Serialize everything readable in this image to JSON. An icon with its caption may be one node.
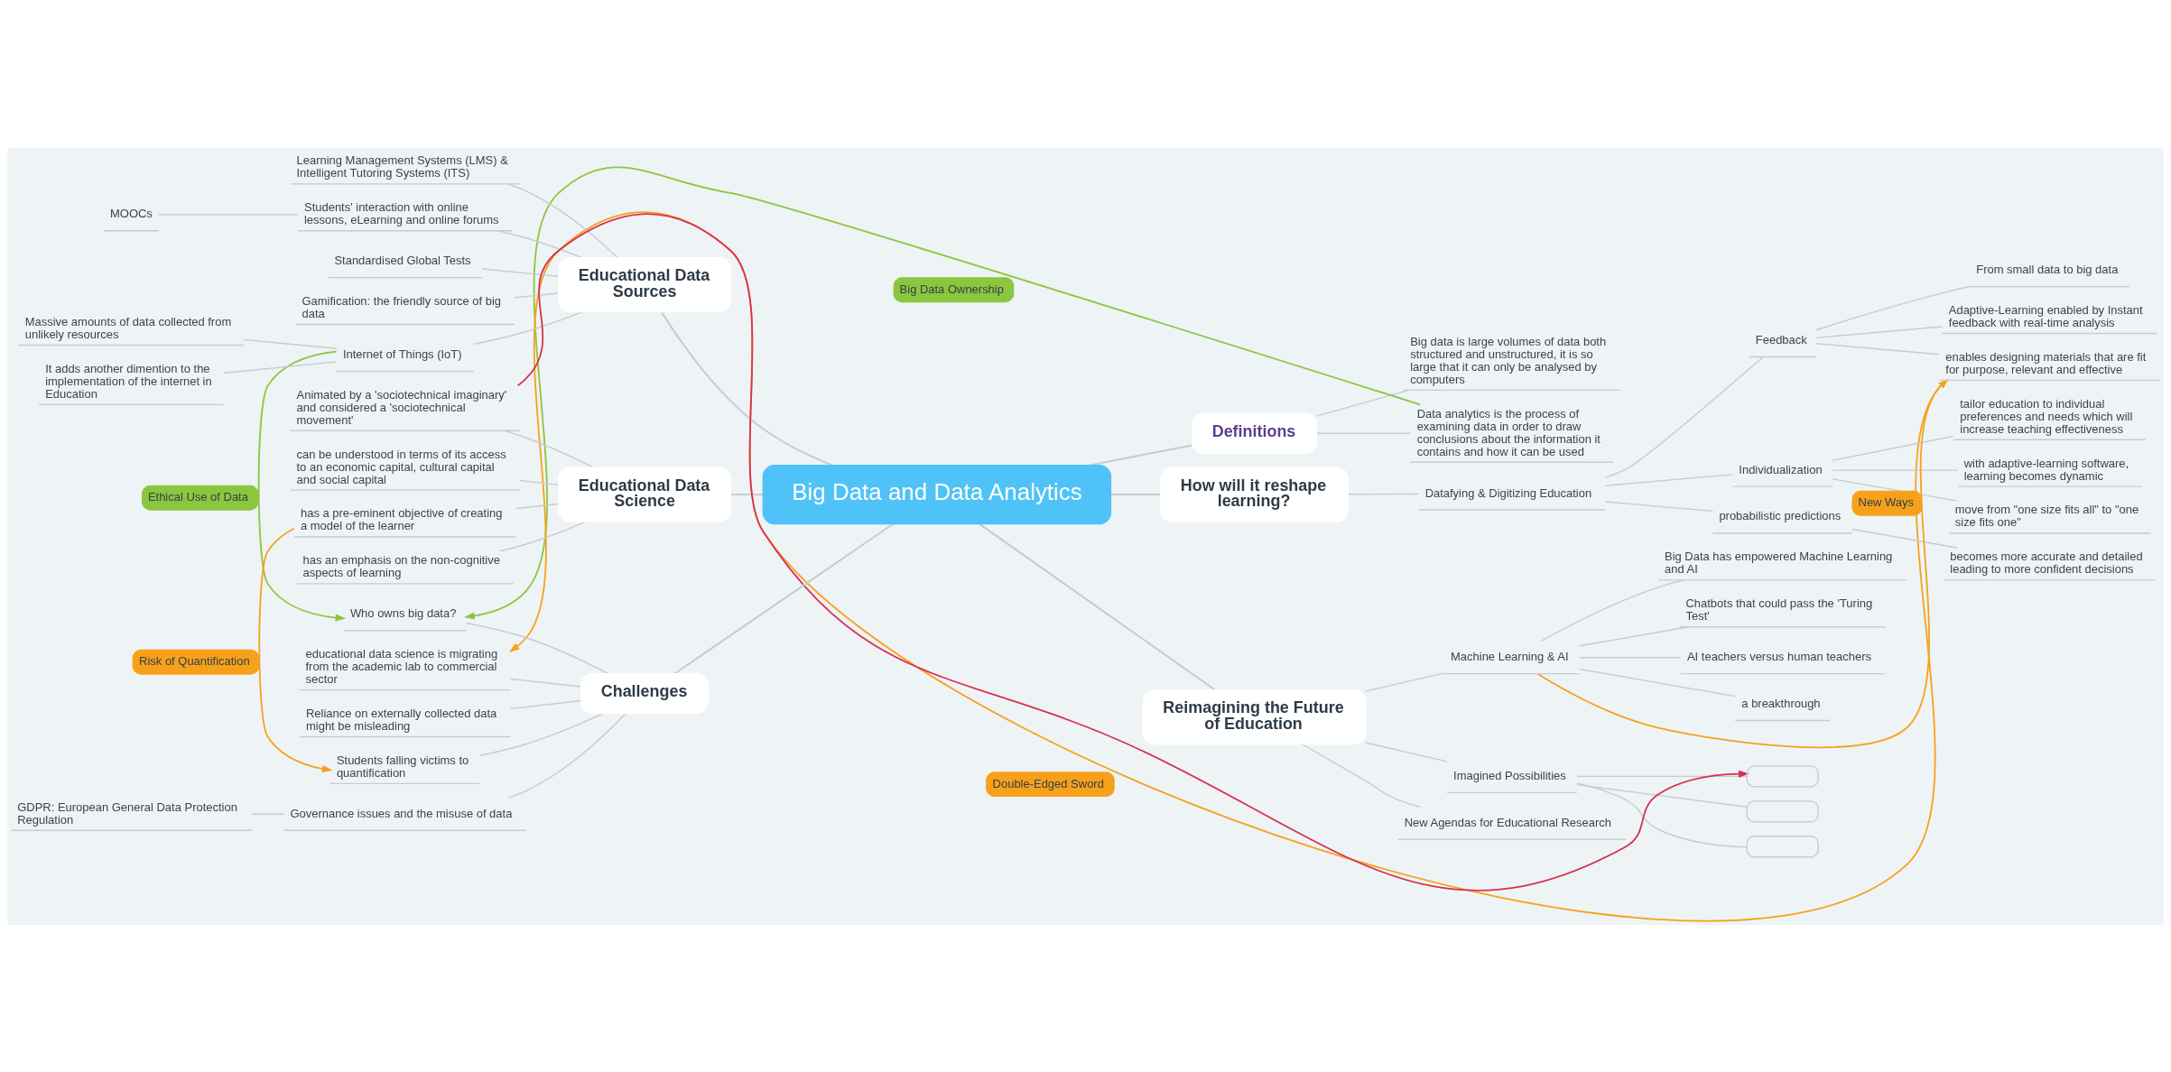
{
  "diagram": {
    "nodes": [
      {
        "text": [
          "Big Data and Data Analytics"
        ]
      },
      {
        "text": [
          "Definitions"
        ]
      },
      {
        "text": [
          "Big data is large volumes of data both structured and unstructured, it is so large that it can only be analysed by computers"
        ]
      },
      {
        "text": [
          "Data analytics is the process of examining data in order to draw conclusions about the information it contains and how it can be used"
        ]
      },
      {
        "text": [
          "How will it reshape learning?"
        ]
      },
      {
        "text": [
          "Datafying & Digitizing Education"
        ]
      },
      {
        "text": [
          "Feedback"
        ]
      },
      {
        "text": [
          "From small data to big data"
        ]
      },
      {
        "text": [
          "Adaptive-Learning enabled by Instant feedback with real-time analysis"
        ]
      },
      {
        "text": [
          "enables designing materials that are fit for purpose, relevant and effective"
        ]
      },
      {
        "text": [
          "Individualization"
        ]
      },
      {
        "text": [
          "tailor education to individual preferences and needs which will increase teaching effectiveness"
        ]
      },
      {
        "text": [
          "with adaptive-learning software, learning becomes dynamic"
        ]
      },
      {
        "text": [
          "move from \"one size fits all\" to \"one size fits one\""
        ]
      },
      {
        "text": [
          "probabilistic predictions"
        ]
      },
      {
        "text": [
          "becomes more accurate and detailed leading to more confident decisions"
        ]
      },
      {
        "text": [
          "Reimagining the Future of Education"
        ]
      },
      {
        "text": [
          "Machine Learning & AI"
        ]
      },
      {
        "text": [
          "Big Data has empowered Machine Learning and AI"
        ]
      },
      {
        "text": [
          "Chatbots that could pass the 'Turing Test'"
        ]
      },
      {
        "text": [
          "AI teachers versus human teachers"
        ]
      },
      {
        "text": [
          "a breakthrough"
        ]
      },
      {
        "text": [
          "Imagined Possibilities"
        ]
      },
      {
        "text": [],
        "shape": "box"
      },
      {
        "text": [],
        "shape": "box"
      },
      {
        "text": [],
        "shape": "box"
      },
      {
        "text": [
          "New Agendas for Educational Research"
        ]
      },
      {
        "text": [
          "Educational Data Sources"
        ]
      },
      {
        "text": [
          "Learning Management Systems (LMS) & Intelligent Tutoring Systems (ITS)"
        ]
      },
      {
        "text": [
          "Students' interaction with online lessons, eLearning and online forums"
        ]
      },
      {
        "text": [
          "MOOCs"
        ]
      },
      {
        "text": [
          "Standardised Global Tests"
        ]
      },
      {
        "text": [
          "Gamification: the friendly source of big data"
        ]
      },
      {
        "text": [
          "Internet of Things (IoT)"
        ]
      },
      {
        "text": [
          "Massive amounts of data collected from unlikely resources"
        ]
      },
      {
        "text": [
          "It adds another dimention to the implementation of the internet in Education"
        ]
      },
      {
        "text": [
          "Educational Data Science"
        ]
      },
      {
        "text": [
          "Animated by a 'sociotechnical imaginary' and considered a 'sociotechnical movement'"
        ]
      },
      {
        "text": [
          "can be understood in terms of its access to an economic capital, cultural capital and social capital"
        ]
      },
      {
        "text": [
          "has a pre-eminent objective of creating a model of the learner"
        ]
      },
      {
        "text": [
          "has an emphasis on the non-cognitive aspects of learning"
        ]
      },
      {
        "text": [
          "Challenges"
        ]
      },
      {
        "text": [
          "Who owns big data?"
        ]
      },
      {
        "text": [
          "educational data science is migrating from the academic lab to commercial sector"
        ]
      },
      {
        "text": [
          "Reliance on externally collected data might be misleading"
        ]
      },
      {
        "text": [
          "Students falling victims to quantification"
        ]
      },
      {
        "text": [
          "Governance issues and the misuse of data"
        ]
      },
      {
        "text": [
          "GDPR: European General Data Protection Regulation"
        ]
      }
    ],
    "edges": [
      {
        "from": 0,
        "to": 1,
        "arrow": "none"
      },
      {
        "from": 1,
        "to": 2,
        "arrow": "none"
      },
      {
        "from": 1,
        "to": 3,
        "arrow": "none"
      },
      {
        "from": 0,
        "to": 4,
        "arrow": "none"
      },
      {
        "from": 4,
        "to": 5,
        "arrow": "none"
      },
      {
        "from": 5,
        "to": 6,
        "arrow": "none"
      },
      {
        "from": 6,
        "to": 7,
        "arrow": "none"
      },
      {
        "from": 6,
        "to": 8,
        "arrow": "none"
      },
      {
        "from": 6,
        "to": 9,
        "arrow": "none"
      },
      {
        "from": 5,
        "to": 10,
        "arrow": "none"
      },
      {
        "from": 10,
        "to": 11,
        "arrow": "none"
      },
      {
        "from": 10,
        "to": 12,
        "arrow": "none"
      },
      {
        "from": 10,
        "to": 13,
        "arrow": "none"
      },
      {
        "from": 5,
        "to": 14,
        "arrow": "none"
      },
      {
        "from": 14,
        "to": 15,
        "arrow": "none"
      },
      {
        "from": 0,
        "to": 16,
        "arrow": "none"
      },
      {
        "from": 16,
        "to": 17,
        "arrow": "none"
      },
      {
        "from": 17,
        "to": 18,
        "arrow": "none"
      },
      {
        "from": 17,
        "to": 19,
        "arrow": "none"
      },
      {
        "from": 17,
        "to": 20,
        "arrow": "none"
      },
      {
        "from": 17,
        "to": 21,
        "arrow": "none"
      },
      {
        "from": 16,
        "to": 22,
        "arrow": "none"
      },
      {
        "from": 22,
        "to": 23,
        "arrow": "none"
      },
      {
        "from": 22,
        "to": 24,
        "arrow": "none"
      },
      {
        "from": 22,
        "to": 25,
        "arrow": "none"
      },
      {
        "from": 16,
        "to": 26,
        "arrow": "none"
      },
      {
        "from": 0,
        "to": 27,
        "arrow": "none"
      },
      {
        "from": 27,
        "to": 28,
        "arrow": "none"
      },
      {
        "from": 27,
        "to": 29,
        "arrow": "none"
      },
      {
        "from": 29,
        "to": 30,
        "arrow": "none"
      },
      {
        "from": 27,
        "to": 31,
        "arrow": "none"
      },
      {
        "from": 27,
        "to": 32,
        "arrow": "none"
      },
      {
        "from": 27,
        "to": 33,
        "arrow": "none"
      },
      {
        "from": 33,
        "to": 34,
        "arrow": "none"
      },
      {
        "from": 33,
        "to": 35,
        "arrow": "none"
      },
      {
        "from": 0,
        "to": 36,
        "arrow": "none"
      },
      {
        "from": 36,
        "to": 37,
        "arrow": "none"
      },
      {
        "from": 36,
        "to": 38,
        "arrow": "none"
      },
      {
        "from": 36,
        "to": 39,
        "arrow": "none"
      },
      {
        "from": 36,
        "to": 40,
        "arrow": "none"
      },
      {
        "from": 0,
        "to": 41,
        "arrow": "none"
      },
      {
        "from": 41,
        "to": 42,
        "arrow": "none"
      },
      {
        "from": 41,
        "to": 43,
        "arrow": "none"
      },
      {
        "from": 41,
        "to": 44,
        "arrow": "none"
      },
      {
        "from": 41,
        "to": 45,
        "arrow": "none"
      },
      {
        "from": 41,
        "to": 46,
        "arrow": "none"
      },
      {
        "from": 46,
        "to": 47,
        "arrow": "none"
      },
      {
        "from": 3,
        "to": 42,
        "arrow": "to",
        "label": "Big Data Ownership",
        "color": "#8cc63f"
      },
      {
        "from": 33,
        "to": 42,
        "arrow": "to",
        "label": "Ethical Use of Data",
        "color": "#8cc63f"
      },
      {
        "from": 9,
        "to": 43,
        "arrow": "to",
        "label": "Double-Edged Sword",
        "color": "#f7a11a"
      },
      {
        "from": 17,
        "to": 9,
        "arrow": "to",
        "label": "New Ways",
        "color": "#f7a11a"
      },
      {
        "from": 39,
        "to": 45,
        "arrow": "to",
        "label": "Risk of Quantification",
        "color": "#f7a11a"
      },
      {
        "from": 37,
        "to": 23,
        "arrow": "to",
        "color": "#d9304f"
      }
    ]
  }
}
